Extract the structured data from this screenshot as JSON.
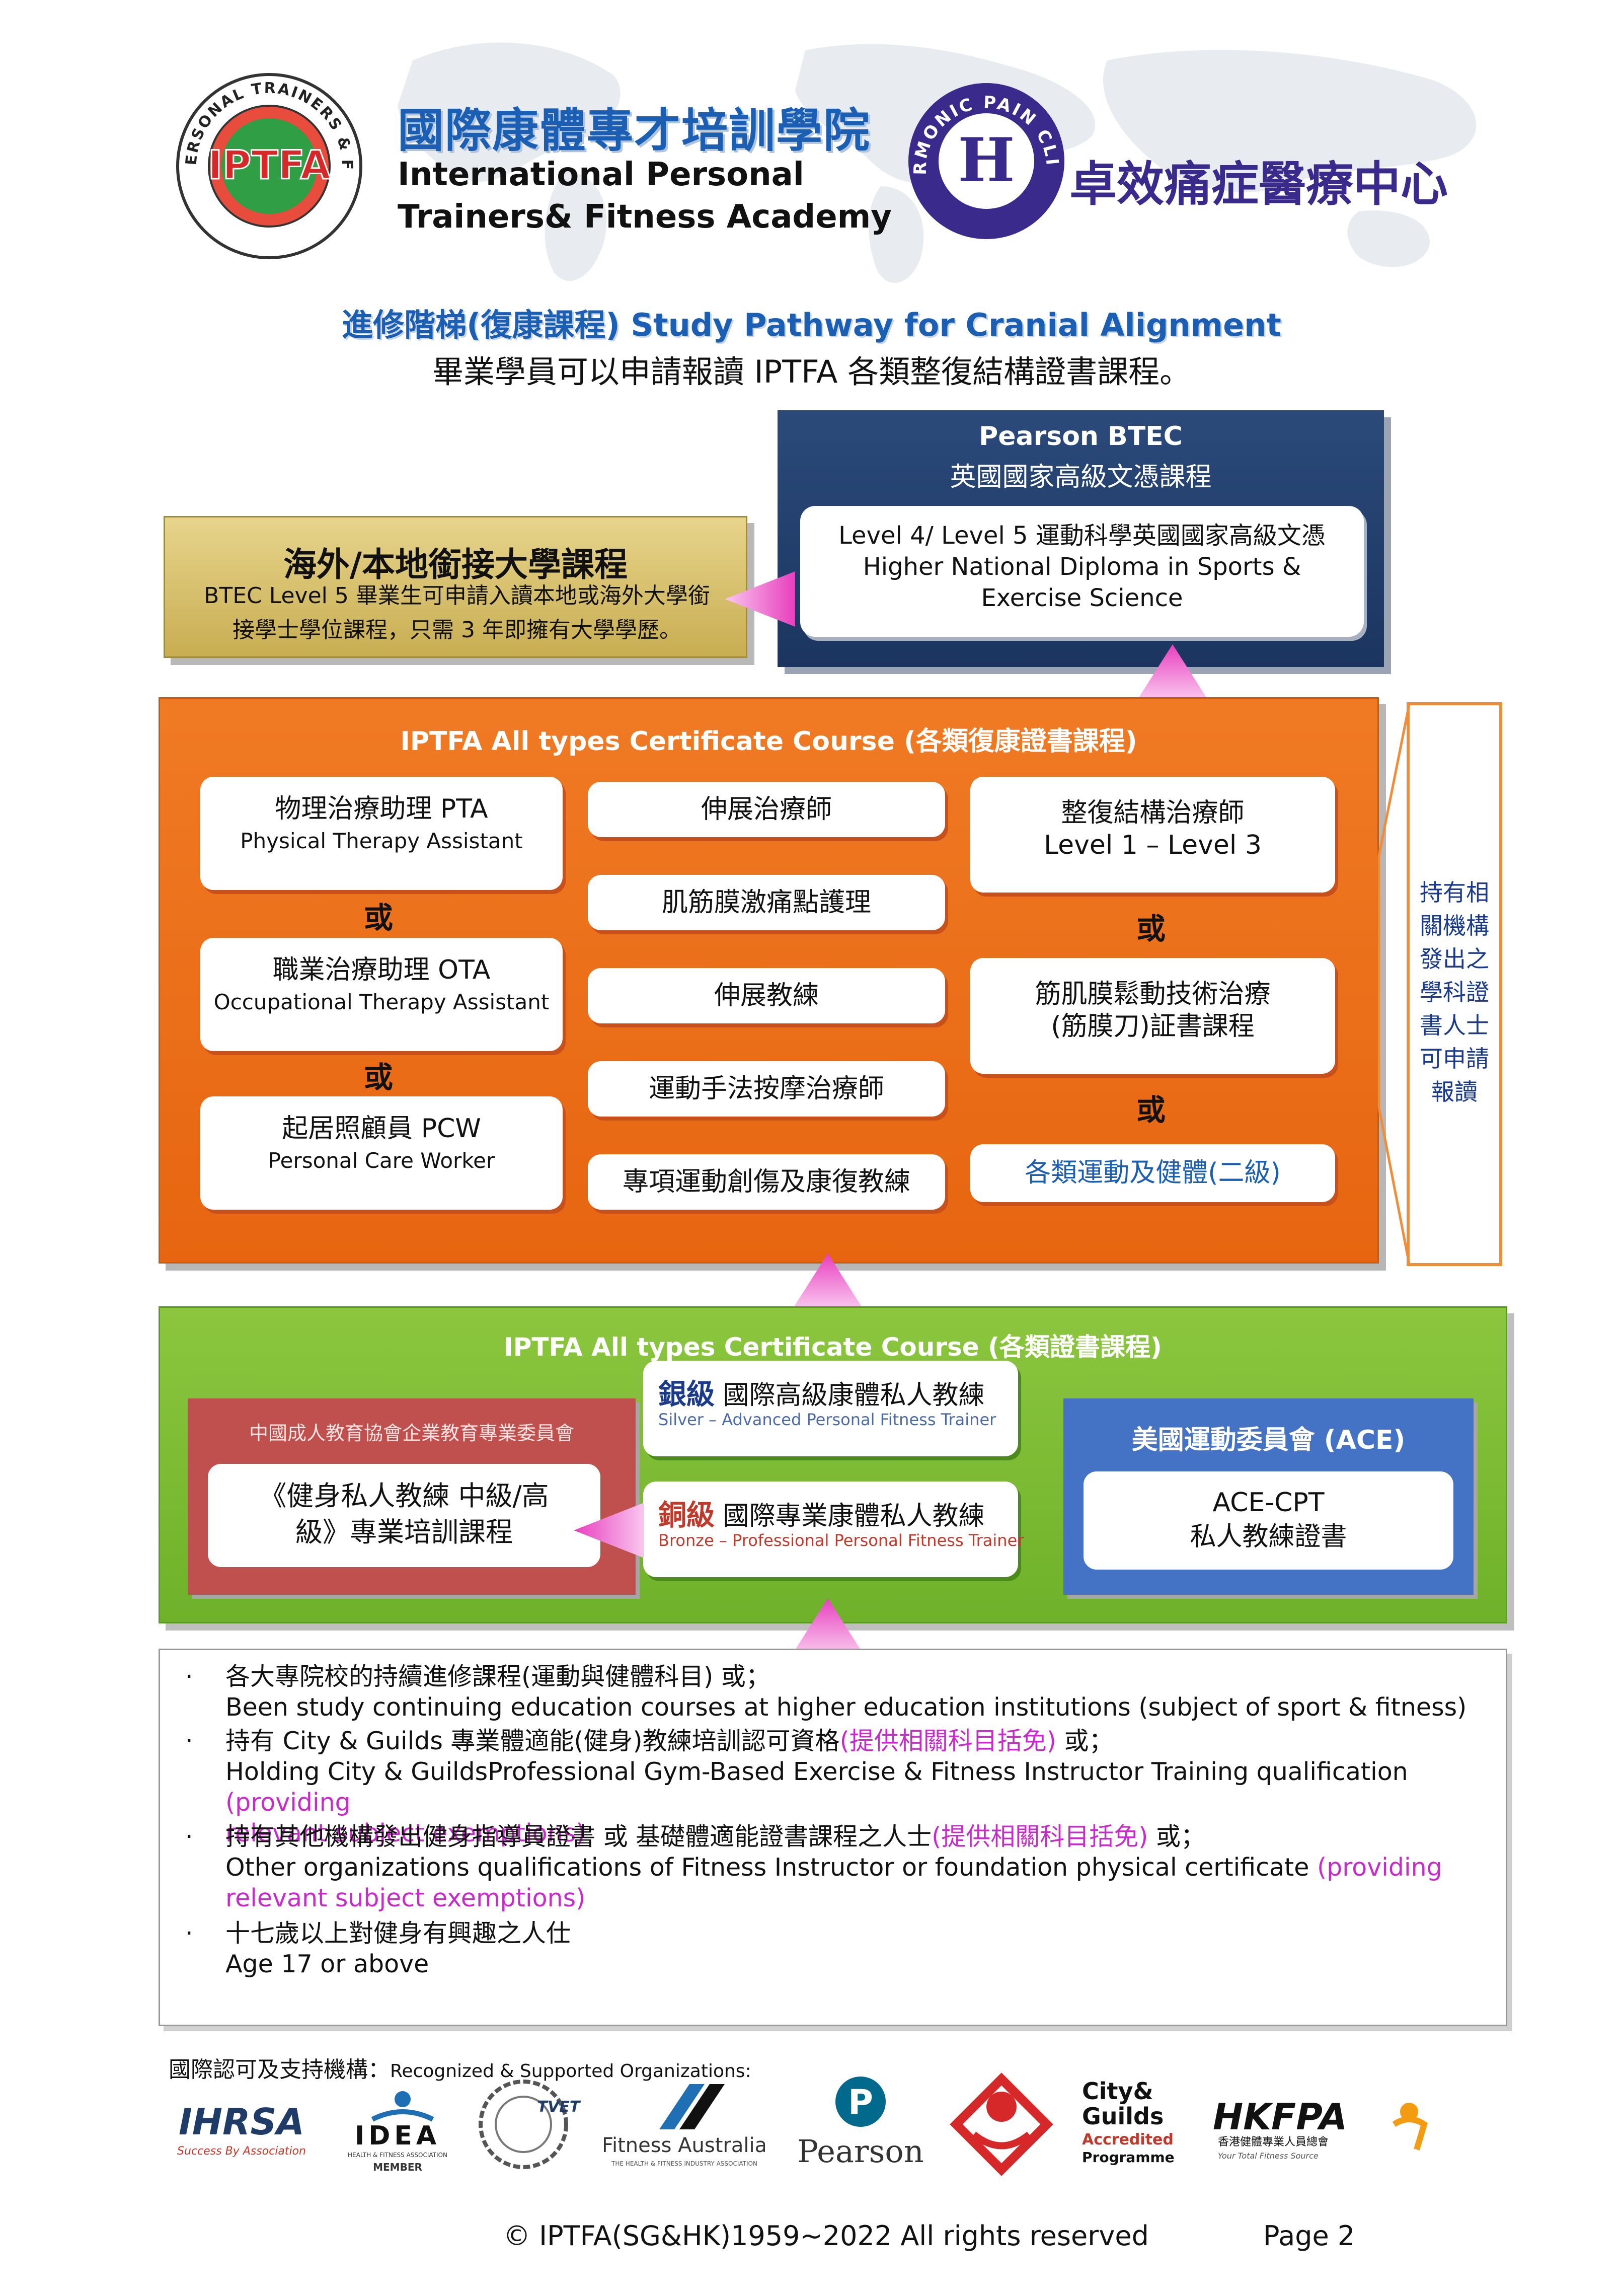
{
  "header": {
    "logo_left_text": "INTERNATIONAL PERSONAL TRAINERS & FITNESS ACADEMY",
    "logo_left_mark": "IPTFA",
    "academy_zh": "國際康體專才培訓學院",
    "academy_en_line1": "International Personal",
    "academy_en_line2": "Trainers& Fitness Academy",
    "logo_right_text": "HARMONIC PAIN CLINIC",
    "logo_right_mark": "H",
    "clinic_zh": "卓效痛症醫療中心"
  },
  "titles": {
    "main": "進修階梯(復康課程) Study Pathway for Cranial Alignment",
    "sub": "畢業學員可以申請報讀 IPTFA 各類整復結構證書課程。"
  },
  "pearson": {
    "title_en": "Pearson BTEC",
    "title_zh": "英國國家高級文憑課程",
    "line1": "Level 4/ Level 5  運動科學英國國家高級文憑",
    "line2": "Higher National Diploma in Sports &",
    "line3": "Exercise Science"
  },
  "university": {
    "title": "海外/本地銜接大學課程",
    "line1": "BTEC Level 5 畢業生可申請入讀本地或海外大學銜",
    "line2": "接學士學位課程，只需  3  年即擁有大學學歷。"
  },
  "orange": {
    "title": "IPTFA All types Certificate Course (各類復康證書課程)",
    "left": [
      {
        "zh": "物理治療助理  PTA",
        "en": "Physical Therapy Assistant"
      },
      {
        "zh": "職業治療助理  OTA",
        "en": "Occupational Therapy Assistant"
      },
      {
        "zh": "起居照顧員  PCW",
        "en": "Personal Care Worker"
      }
    ],
    "middle": [
      "伸展治療師",
      "肌筋膜激痛點護理",
      "伸展教練",
      "運動手法按摩治療師",
      "專項運動創傷及康復教練"
    ],
    "right1_line1": "整復結構治療師",
    "right1_line2": "Level 1 – Level 3",
    "right2_line1": "筋肌膜鬆動技術治療",
    "right2_line2": "(筋膜刀)証書課程",
    "right3": "各類運動及健體(二級)",
    "or": "或"
  },
  "side_note": {
    "lines": [
      "持有相",
      "關機構",
      "發出之",
      "學科證",
      "書人士",
      "可申請",
      "報讀"
    ]
  },
  "green": {
    "title": "IPTFA All types Certificate Course (各類證書課程)",
    "china_org": "中國成人教育協會企業教育專業委員會",
    "china_course_line1": "《健身私人教練  中級/高",
    "china_course_line2": "級》專業培訓課程",
    "silver_tag": "銀級",
    "silver_zh": "  國際高級康體私人教練",
    "silver_en": "Silver – Advanced Personal Fitness Trainer",
    "bronze_tag": "銅級",
    "bronze_zh": "  國際專業康體私人教練",
    "bronze_en": "Bronze – Professional Personal Fitness Trainer",
    "ace_title": "美國運動委員會  (ACE)",
    "ace_line1": "ACE-CPT",
    "ace_line2": "私人教練證書"
  },
  "requirements": [
    {
      "zh": "各大專院校的持續進修課程(運動與健體科目)  或；",
      "en": "Been study continuing education courses at higher education institutions (subject of sport & fitness)",
      "zh_pink": "",
      "zh_tail": "",
      "en_pink": "",
      "en_pink2": ""
    },
    {
      "zh": "持有 City & Guilds  專業體適能(健身)教練培訓認可資格",
      "zh_pink": "(提供相關科目括免)",
      "zh_tail": "  或；",
      "en": "Holding City & GuildsProfessional Gym-Based Exercise & Fitness Instructor Training qualification ",
      "en_pink": "(providing",
      "en_pink2": "relevant subject exemptions)"
    },
    {
      "zh": "持有其他機構發出健身指導員證書  或  基礎體適能證書課程之人士",
      "zh_pink": "(提供相關科目括免)",
      "zh_tail": "  或；",
      "en": "Other organizations qualifications of Fitness Instructor or foundation physical certificate ",
      "en_pink": "(providing",
      "en_pink2": "relevant subject exemptions)"
    },
    {
      "zh": "十七歲以上對健身有興趣之人仕",
      "en": "Age 17 or above",
      "zh_pink": "",
      "zh_tail": "",
      "en_pink": "",
      "en_pink2": ""
    }
  ],
  "bullet": "·",
  "organizations": {
    "title_zh": "國際認可及支持機構：",
    "title_en": "Recognized & Supported Organizations:",
    "ihrsa": "IHRSA",
    "ihrsa_tag": "Success By Association",
    "idea": "IDEA",
    "idea_sub": "HEALTH & FITNESS ASSOCIATION",
    "idea_member": "MEMBER",
    "tvet": "TVET",
    "fitness_australia": "Fitness Australia",
    "fa_sub": "THE HEALTH & FITNESS INDUSTRY ASSOCIATION",
    "pearson": "Pearson",
    "pearson_mark": "P",
    "cg_line1": "City&",
    "cg_line2": "Guilds",
    "cg_line3": "Accredited",
    "cg_line4": "Programme",
    "hkfpa": "HKFPA",
    "hkfpa_zh": "香港健體專業人員總會",
    "hkfpa_tag": "Your Total Fitness Source"
  },
  "footer": {
    "copyright": "© IPTFA(SG&HK)1959~2022 All rights reserved",
    "page": "Page  2"
  },
  "colors": {
    "orange": "#e8690f",
    "green": "#7dbc34",
    "navy": "#1f3b68",
    "gold": "#d9c06a",
    "red_box": "#c0504d",
    "blue_box": "#4472c4",
    "title_blue": "#1a5fb4",
    "pink_text": "#c72bc9",
    "arrow_pink": "#e83fbf"
  }
}
